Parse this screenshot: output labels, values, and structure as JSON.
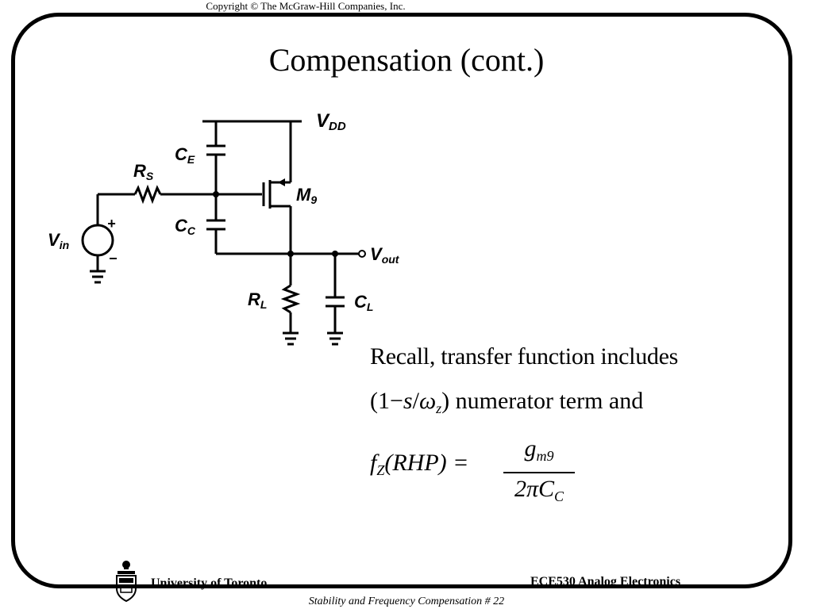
{
  "header": {
    "copyright": "Copyright © The McGraw-Hill Companies, Inc."
  },
  "slide": {
    "title": "Compensation (cont.)"
  },
  "schematic": {
    "labels": {
      "vdd": "V",
      "vdd_sub": "DD",
      "ce": "C",
      "ce_sub": "E",
      "rs": "R",
      "rs_sub": "S",
      "m9": "M",
      "m9_sub": "9",
      "cc": "C",
      "cc_sub": "C",
      "vin": "V",
      "vin_sub": "in",
      "vout": "V",
      "vout_sub": "out",
      "rl": "R",
      "rl_sub": "L",
      "cl": "C",
      "cl_sub": "L",
      "plus": "+",
      "minus": "−"
    }
  },
  "content": {
    "line1": "Recall, transfer function includes",
    "line2_open": "(1",
    "line2_minus": "−",
    "line2_s": "s",
    "line2_slash": "/",
    "line2_omega": "ω",
    "line2_z": "z",
    "line2_close": ")",
    "line2_tail": " numerator term and",
    "fz_f": "f",
    "fz_sub": "Z",
    "fz_arg": "(RHP) =",
    "num_g": "g",
    "num_sub": "m9",
    "den_main": "2πC",
    "den_sub": "C"
  },
  "footer": {
    "university": "University of Toronto",
    "course": "ECE530 Analog Electronics",
    "subtitle": "Stability and Frequency Compensation # 22"
  }
}
